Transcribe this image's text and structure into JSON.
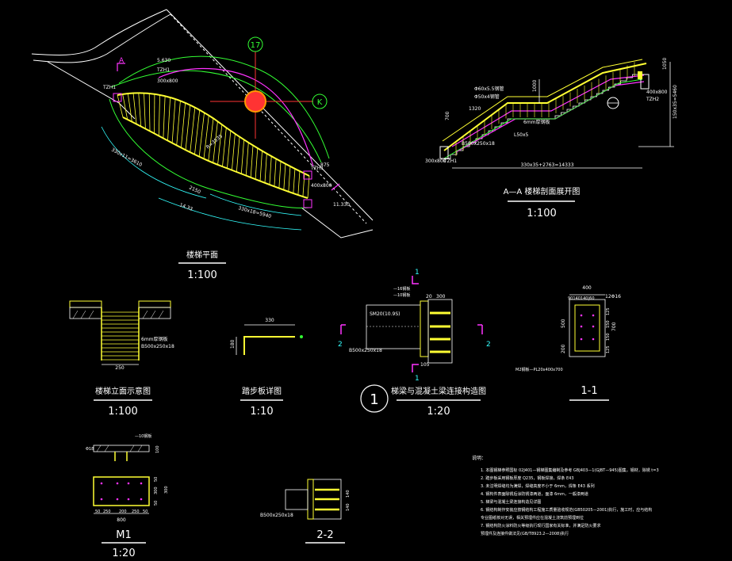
{
  "colors": {
    "background": "#000000",
    "yellow": "#ffff33",
    "white": "#ffffff",
    "green": "#33ff33",
    "cyan": "#33ffff",
    "magenta": "#ff33ff",
    "red": "#ff3333",
    "orange": "#ff9900",
    "blue": "#4444ff"
  },
  "plan": {
    "title": "楼梯平面",
    "scale": "1:100",
    "axis_num": "17",
    "axis_letter": "K",
    "section_mark": "A",
    "labels": {
      "top_level": "5.630",
      "tz1": "TZH1",
      "col_left": "300x800",
      "dim_left": "330x11=3610",
      "dim_mid": "2150",
      "dim_bottom": "330x18=5940",
      "radius": "R=3535",
      "tz2": "TZH1",
      "col_right": "400x800",
      "right_level": "11.330",
      "dim_base": "14.33",
      "right_dim": "875"
    }
  },
  "section": {
    "title": "A—A 楼梯剖面展开图",
    "scale": "1:100",
    "labels": {
      "top_height": "1000",
      "right_height": "1050",
      "right_total": "150x35=5460",
      "col_label": "400x800",
      "tz_right": "TZH2",
      "rail1": "Φ60x5.5钢管",
      "rail2": "Φ50x4钢管",
      "d1320": "1320",
      "d700": "700",
      "steel_plate": "6mm厚钢板",
      "angle": "L50x5",
      "beam": "B500x250x18",
      "col_base": "300x800",
      "tz_base": "TZH1",
      "bottom_dim": "330x35+2763=14333"
    }
  },
  "elevation": {
    "title": "楼梯立面示意图",
    "scale": "1:100",
    "labels": {
      "plate": "6mm厚钢板",
      "beam": "B500x250x18",
      "width": "250"
    }
  },
  "tread": {
    "title": "踏步板详图",
    "scale": "1:10",
    "labels": {
      "width": "330",
      "height": "180"
    }
  },
  "connection": {
    "title": "梯梁与混凝土梁连接构造图",
    "scale": "1:20",
    "detail_no": "1",
    "labels": {
      "sec_top": "1",
      "sec_bot": "1",
      "sec_left": "2",
      "sec_right": "2",
      "plate_a": "—16钢板",
      "plate_b": "—10钢板",
      "d20": "20",
      "d300": "300",
      "weld": "SM20(10.9S)",
      "beam": "B500x250x18",
      "d105": "105"
    }
  },
  "section11": {
    "title": "1-1",
    "labels": {
      "top": "400",
      "dims": "90140140|60",
      "rebar": "12Φ16",
      "h500": "500",
      "h200": "200",
      "h700": "700",
      "plate": "M2钢板—PL20x400x700",
      "d125a": "125",
      "d150a": "150",
      "d150b": "150",
      "d125b": "125"
    }
  },
  "m1": {
    "title": "M1",
    "scale": "1:20",
    "labels": {
      "plate": "—10钢板",
      "stud": "Φ18",
      "h100": "100",
      "b50a": "50",
      "b250a": "250",
      "b200": "200",
      "b250b": "250",
      "b50b": "50",
      "width": "800",
      "v50a": "50",
      "v300": "300",
      "v50b": "50"
    }
  },
  "section22": {
    "title": "2-2",
    "labels": {
      "beam": "B500x250x18",
      "d140a": "140",
      "d140b": "140"
    }
  },
  "notes": {
    "heading": "说明：",
    "lines": [
      "1. 本图钢梯参照国标 02J401—钢梯图集编制及参考 GBJ403—1(GJBT—945)图集，钢材，除锈 t=3",
      "2. 踏步板采用钢板厚度 Q235，钢板焊接，焊条 E43",
      "3. 未注明焊缝均为满焊，焊缝高度不小于 6mm，焊条 E43 系列",
      "4. 钢构件表面除锈后涂防锈漆两道，面漆 6mm，一般漆两道",
      "5. 梯梁与混凝土梁连接构造见详图",
      "6. 钢结构制作安装应按钢结构工程施工质量验收规范(GB50205—2001)执行，施工时，应与结构",
      "   专业图纸核对无误，相关预埋件应在混凝土浇筑前预埋到位",
      "7. 钢结构防火涂料防火等级执行现行国家有关标准，并满足防火要求",
      "   预埋件及连接件做法见(GB/T8923.2—2008)执行"
    ]
  }
}
